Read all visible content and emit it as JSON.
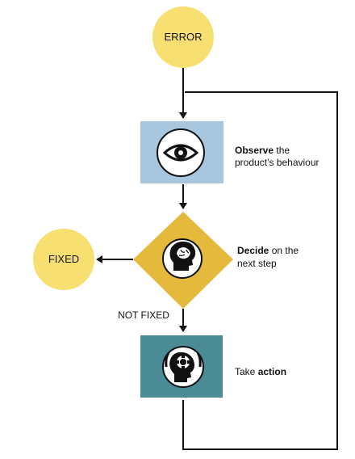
{
  "diagram": {
    "error_node": "ERROR",
    "fixed_node": "FIXED",
    "not_fixed_label": "NOT FIXED",
    "observe": {
      "bold": "Observe",
      "rest_line1": " the",
      "line2": "product’s behaviour"
    },
    "decide": {
      "bold": "Decide",
      "rest_line1": " on the",
      "line2": "next step"
    },
    "action": {
      "prefix": "Take ",
      "bold": "action"
    }
  },
  "icons": {
    "observe": "eye-icon",
    "decide": "head-brain-icon",
    "action": "head-gear-hands-icon"
  },
  "colors": {
    "circle_fill": "#f7df72",
    "observe_box": "#a9c6df",
    "decide_diamond": "#e4b93c",
    "action_box": "#4a8b95",
    "line": "#111111",
    "icon_circle": "#ffffff",
    "icon_dark": "#111111"
  }
}
